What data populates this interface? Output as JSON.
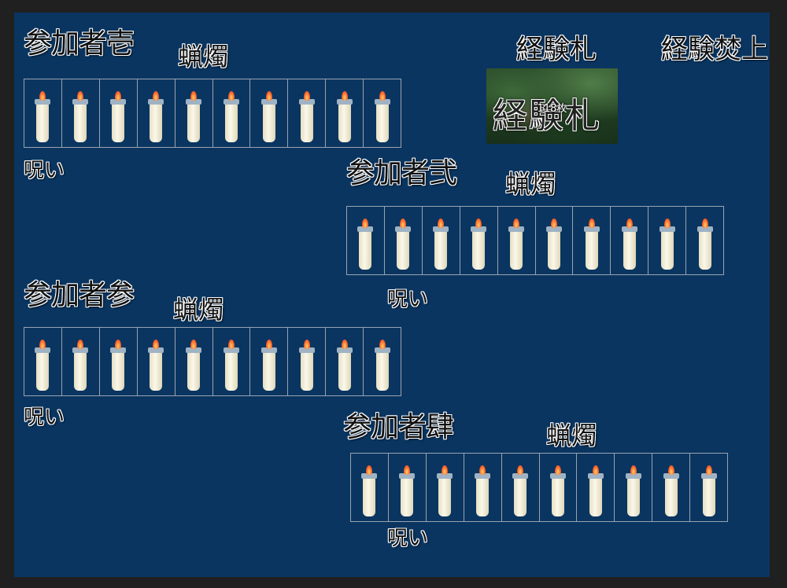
{
  "header": {
    "card_title": "経験札",
    "upgrade_button": "経験焚上"
  },
  "card": {
    "title": "経験札",
    "count": "118枚"
  },
  "players": [
    {
      "name": "参加者壱",
      "candle_label": "蝋燭",
      "curse_label": "呪い",
      "candles": 10
    },
    {
      "name": "参加者弐",
      "candle_label": "蝋燭",
      "curse_label": "呪い",
      "candles": 10
    },
    {
      "name": "参加者参",
      "candle_label": "蝋燭",
      "curse_label": "呪い",
      "candles": 10
    },
    {
      "name": "参加者肆",
      "candle_label": "蝋燭",
      "curse_label": "呪い",
      "candles": 10
    }
  ],
  "colors": {
    "board_background": "#0a3560",
    "frame": "#202020",
    "flame": "#ff6a2a",
    "wax": "#fbf8ea"
  },
  "icons": {
    "candle": "candle-icon"
  }
}
